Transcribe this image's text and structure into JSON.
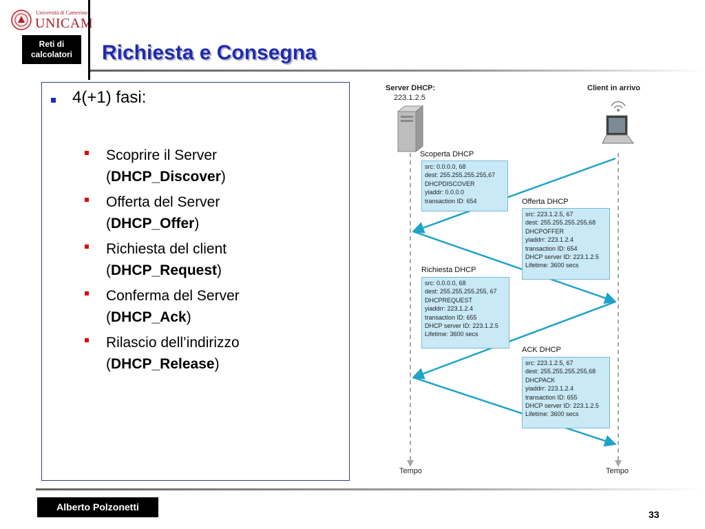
{
  "header": {
    "logo_small": "Università di Camerino",
    "logo_big": "UNICAM",
    "course": "Reti di\ncalcolatori",
    "title": "Richiesta e Consegna"
  },
  "content": {
    "main_bullet": "4(+1) fasi:",
    "phases": [
      {
        "label": "Scoprire il Server",
        "open": "(",
        "code": "DHCP_Discover",
        "close": ")"
      },
      {
        "label": "Offerta del Server",
        "open": "(",
        "code": "DHCP_Offer",
        "close": ")"
      },
      {
        "label": "Richiesta del client",
        "open": "(",
        "code": "DHCP_Request",
        "close": ")"
      },
      {
        "label": "Conferma del Server",
        "open": "(",
        "code": "DHCP_Ack",
        "close": ")"
      },
      {
        "label": "Rilascio dell’indirizzo",
        "open": "(",
        "code": "DHCP_Release",
        "close": ")"
      }
    ]
  },
  "diagram": {
    "server_label": "Server DHCP:",
    "server_ip": "223.1.2.5",
    "client_label": "Client in arrivo",
    "time_left": "Tempo",
    "time_right": "Tempo",
    "messages": [
      {
        "title": "Scoperta DHCP",
        "lines": [
          "src: 0.0.0.0, 68",
          "dest: 255.255.255.255,67",
          "DHCPDISCOVER",
          "yiaddr: 0.0.0.0",
          "transaction ID: 654"
        ]
      },
      {
        "title": "Offerta DHCP",
        "lines": [
          "src: 223.1.2.5, 67",
          "dest: 255.255.255.255,68",
          "DHCPOFFER",
          "yiaddrr: 223.1.2.4",
          "transaction ID: 654",
          "DHCP server ID: 223.1.2.5",
          "Lifetime: 3600 secs"
        ]
      },
      {
        "title": "Richiesta DHCP",
        "lines": [
          "src: 0.0.0.0, 68",
          "dest: 255.255.255.255, 67",
          "DHCPREQUEST",
          "yiaddrr: 223.1.2.4",
          "transaction ID: 655",
          "DHCP server ID: 223.1.2.5",
          "Lifetime: 3600 secs"
        ]
      },
      {
        "title": "ACK DHCP",
        "lines": [
          "src: 223.1.2.5, 67",
          "dest: 255.255.255.255,68",
          "DHCPACK",
          "yiaddrr: 223.1.2.4",
          "transaction ID: 655",
          "DHCP server ID: 223.1.2.5",
          "Lifetime: 3600 secs"
        ]
      }
    ]
  },
  "footer": {
    "author": "Alberto Polzonetti",
    "page": "33"
  }
}
